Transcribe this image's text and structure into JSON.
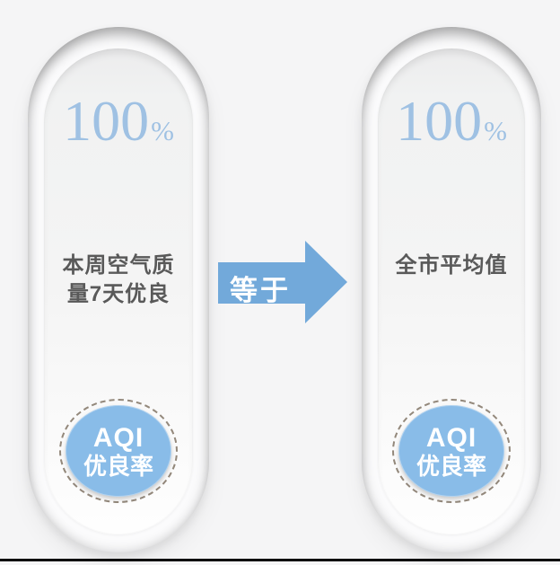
{
  "page": {
    "background_color": "#f5f5f6",
    "bottom_line_color": "#0c0c0c"
  },
  "colors": {
    "value_blue": "#9fc1e3",
    "arrow_blue": "#72a9da",
    "badge_blue": "#89bce8",
    "label_gray": "#595959",
    "dash_border": "#93887b"
  },
  "left_card": {
    "value": "100",
    "unit": "%",
    "label_line1": "本周空气质",
    "label_line2": "量7天优良",
    "badge": {
      "line1": "AQI",
      "line2": "优良率"
    }
  },
  "arrow": {
    "label": "等于"
  },
  "right_card": {
    "value": "100",
    "unit": "%",
    "label": "全市平均值",
    "badge": {
      "line1": "AQI",
      "line2": "优良率"
    }
  }
}
